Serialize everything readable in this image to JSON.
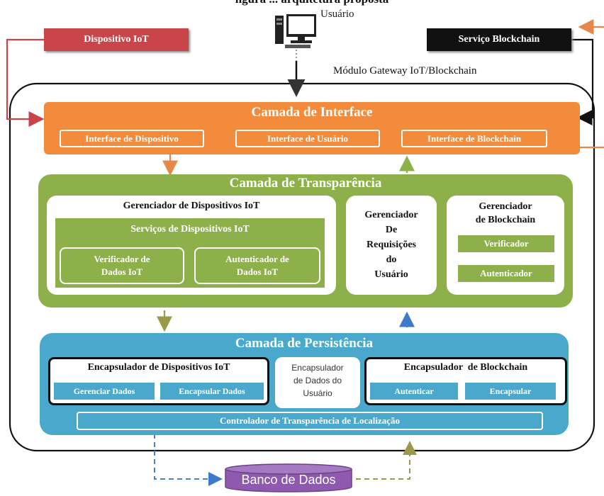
{
  "colors": {
    "orange": "#f28c3c",
    "green": "#8db04b",
    "blue": "#4aa8cc",
    "red": "#c9454a",
    "black": "#111111",
    "purple": "#8e5ab0"
  },
  "top_caption": "ngura ... arquitetura proposta",
  "user": {
    "label": "Usuário",
    "icon": "computer-icon"
  },
  "device_iot": "Dispositivo IoT",
  "blockchain_service": "Serviço Blockchain",
  "gateway_label": "Módulo Gateway IoT/Blockchain",
  "interface_layer": {
    "title": "Camada de Interface",
    "items": [
      "Interface de Dispositivo",
      "Interface de Usuário",
      "Interface de Blockchain"
    ]
  },
  "transparency_layer": {
    "title": "Camada de Transparência",
    "device_manager": {
      "title": "Gerenciador de Dispositivos IoT",
      "services_title": "Serviços de Dispositivos IoT",
      "verifier": [
        "Verificador de",
        "Dados IoT"
      ],
      "authenticator": [
        "Autenticador de",
        "Dados IoT"
      ]
    },
    "request_manager": [
      "Gerenciador",
      "De",
      "Requisições",
      "do",
      "Usuário"
    ],
    "blockchain_manager": {
      "title": [
        "Gerenciador",
        "de Blockchain"
      ],
      "verifier": "Verificador",
      "authenticator": "Autenticador"
    }
  },
  "persistence_layer": {
    "title": "Camada de Persistência",
    "device_encapsulator": {
      "title": "Encapsulador de Dispositivos IoT",
      "manage": "Gerenciar Dados",
      "encapsulate": "Encapsular Dados"
    },
    "user_encapsulator": [
      "Encapsulador",
      "de Dados do",
      "Usuário"
    ],
    "blockchain_encapsulator": {
      "title": "Encapsulador  de Blockchain",
      "authenticate": "Autenticar",
      "encapsulate": "Encapsular"
    },
    "location_controller": "Controlador de Transparência de Localização"
  },
  "database": "Banco de Dados"
}
